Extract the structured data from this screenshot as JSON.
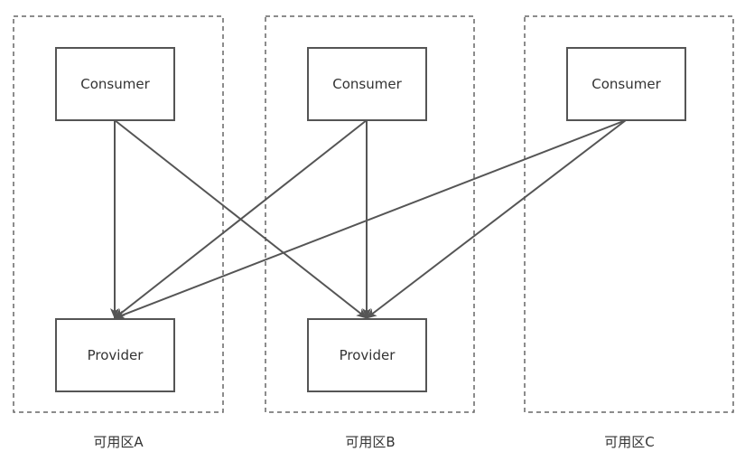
{
  "zones": [
    {
      "id": "A",
      "label": "可用区A"
    },
    {
      "id": "B",
      "label": "可用区B"
    },
    {
      "id": "C",
      "label": "可用区C"
    }
  ],
  "nodes": [
    {
      "id": "consumer-a",
      "zone": "A",
      "label": "Consumer"
    },
    {
      "id": "consumer-b",
      "zone": "B",
      "label": "Consumer"
    },
    {
      "id": "consumer-c",
      "zone": "C",
      "label": "Consumer"
    },
    {
      "id": "provider-a",
      "zone": "A",
      "label": "Provider"
    },
    {
      "id": "provider-b",
      "zone": "B",
      "label": "Provider"
    }
  ],
  "edges": [
    {
      "from": "consumer-a",
      "to": "provider-a"
    },
    {
      "from": "consumer-a",
      "to": "provider-b"
    },
    {
      "from": "consumer-b",
      "to": "provider-a"
    },
    {
      "from": "consumer-b",
      "to": "provider-b"
    },
    {
      "from": "consumer-c",
      "to": "provider-a"
    },
    {
      "from": "consumer-c",
      "to": "provider-b"
    }
  ],
  "colors": {
    "stroke": "#555555",
    "zone_border": "#666666",
    "text": "#333333"
  }
}
